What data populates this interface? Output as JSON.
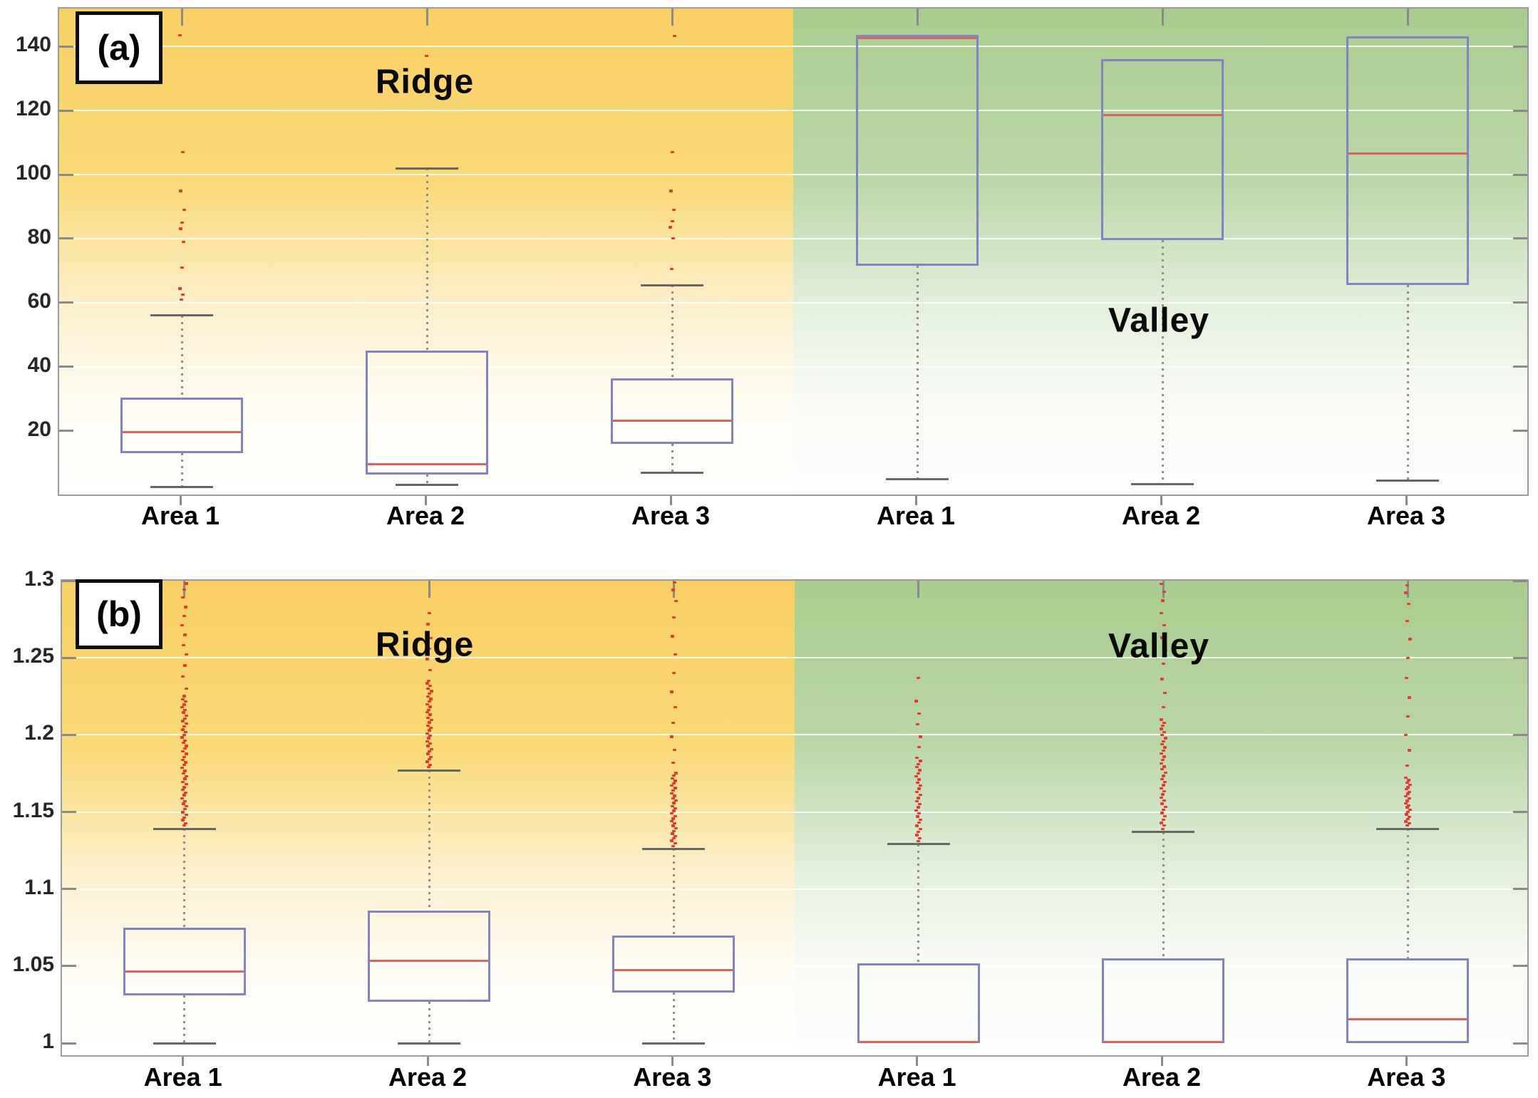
{
  "figure": {
    "description": "Two stacked box-plot panels comparing Ridge and Valley zones across three areas",
    "background": "#ffffff"
  },
  "colors": {
    "box_edge": "#8183c6",
    "median": "#df635a",
    "outlier": "#ee352c",
    "whisker_dot": "#8e8e86",
    "cap": "#666666",
    "frame": "#9b9b9b",
    "gridline": "#ffffff",
    "tick": "#8a8a8a",
    "tick_label": "#262626",
    "area_label": "#000000",
    "region_label": "#0a0a0a",
    "ridge_gradient": [
      "#f8cf63",
      "#fad977",
      "#fcf0cd",
      "#fefcf4",
      "#fffffe"
    ],
    "valley_gradient": [
      "#a9cd8e",
      "#bad7a6",
      "#e5f0de",
      "#f8fbf6",
      "#fdfefc"
    ]
  },
  "chart_data": [
    {
      "type": "boxplot",
      "panel": "a",
      "badge": "(a)",
      "regions": [
        {
          "label": "Ridge",
          "side": "left"
        },
        {
          "label": "Valley",
          "side": "right"
        }
      ],
      "categories": [
        "Area 1",
        "Area 2",
        "Area 3",
        "Area 1",
        "Area 2",
        "Area 3"
      ],
      "ylim": [
        -0.7,
        151.8
      ],
      "yticks": [
        20,
        40,
        60,
        80,
        100,
        120,
        140
      ],
      "ytick_labels": [
        "20",
        "40",
        "60",
        "80",
        "100",
        "120",
        "140"
      ],
      "grid": true,
      "legend": "none",
      "boxes": [
        {
          "category": "Area 1",
          "region": "Ridge",
          "whisker_low": 2.5,
          "q1": 13,
          "median": 20,
          "q3": 30.5,
          "whisker_high": 56,
          "outliers": [
            61,
            62.5,
            64.5,
            71,
            79,
            83,
            85,
            89,
            95,
            107,
            143.5
          ]
        },
        {
          "category": "Area 2",
          "region": "Ridge",
          "whisker_low": 3.3,
          "q1": 6.5,
          "median": 10,
          "q3": 45,
          "whisker_high": 102,
          "outliers": [
            137
          ]
        },
        {
          "category": "Area 3",
          "region": "Ridge",
          "whisker_low": 7,
          "q1": 16,
          "median": 23.5,
          "q3": 36.5,
          "whisker_high": 65.5,
          "outliers": [
            70.5,
            80,
            83.5,
            85.5,
            89,
            95,
            107,
            143.3
          ]
        },
        {
          "category": "Area 1",
          "region": "Valley",
          "whisker_low": 5,
          "q1": 71.5,
          "median": 143,
          "q3": 143.5,
          "whisker_high": null,
          "outliers": []
        },
        {
          "category": "Area 2",
          "region": "Valley",
          "whisker_low": 3.5,
          "q1": 79.5,
          "median": 119,
          "q3": 136,
          "whisker_high": null,
          "outliers": []
        },
        {
          "category": "Area 3",
          "region": "Valley",
          "whisker_low": 4.5,
          "q1": 65.5,
          "median": 107,
          "q3": 143.2,
          "whisker_high": null,
          "outliers": []
        }
      ]
    },
    {
      "type": "boxplot",
      "panel": "b",
      "badge": "(b)",
      "regions": [
        {
          "label": "Ridge",
          "side": "left"
        },
        {
          "label": "Valley",
          "side": "right"
        }
      ],
      "categories": [
        "Area 1",
        "Area 2",
        "Area 3",
        "Area 1",
        "Area 2",
        "Area 3"
      ],
      "ylim": [
        0.9903,
        1.3
      ],
      "yticks": [
        1,
        1.05,
        1.1,
        1.15,
        1.2,
        1.25,
        1.3
      ],
      "ytick_labels": [
        "1",
        "1.05",
        "1.1",
        "1.15",
        "1.2",
        "1.25",
        "1.3"
      ],
      "grid": true,
      "legend": "none",
      "boxes": [
        {
          "category": "Area 1",
          "region": "Ridge",
          "whisker_low": 1.0,
          "q1": 1.031,
          "median": 1.047,
          "q3": 1.075,
          "whisker_high": 1.139,
          "outliers_dense": {
            "from": 1.141,
            "to": 1.225,
            "count": 48
          },
          "outliers": [
            1.23,
            1.238,
            1.245,
            1.252,
            1.258,
            1.265,
            1.271,
            1.277,
            1.283,
            1.289,
            1.294,
            1.298
          ]
        },
        {
          "category": "Area 2",
          "region": "Ridge",
          "whisker_low": 1.0,
          "q1": 1.027,
          "median": 1.054,
          "q3": 1.086,
          "whisker_high": 1.177,
          "outliers_dense": {
            "from": 1.179,
            "to": 1.235,
            "count": 34
          },
          "outliers": [
            1.242,
            1.249,
            1.256,
            1.263,
            1.272,
            1.279
          ]
        },
        {
          "category": "Area 3",
          "region": "Ridge",
          "whisker_low": 1.0,
          "q1": 1.033,
          "median": 1.048,
          "q3": 1.07,
          "whisker_high": 1.126,
          "outliers_dense": {
            "from": 1.128,
            "to": 1.175,
            "count": 30
          },
          "outliers": [
            1.182,
            1.19,
            1.199,
            1.208,
            1.218,
            1.228,
            1.24,
            1.252,
            1.264,
            1.276,
            1.287,
            1.294,
            1.299
          ]
        },
        {
          "category": "Area 1",
          "region": "Valley",
          "whisker_low": null,
          "q1": 1.0,
          "median": 1.0,
          "q3": 1.052,
          "whisker_high": 1.129,
          "outliers_dense": {
            "from": 1.131,
            "to": 1.185,
            "count": 28
          },
          "outliers": [
            1.192,
            1.199,
            1.207,
            1.214,
            1.222,
            1.237
          ]
        },
        {
          "category": "Area 2",
          "region": "Valley",
          "whisker_low": null,
          "q1": 1.0,
          "median": 1.0,
          "q3": 1.055,
          "whisker_high": 1.137,
          "outliers_dense": {
            "from": 1.139,
            "to": 1.21,
            "count": 36
          },
          "outliers": [
            1.218,
            1.227,
            1.236,
            1.246,
            1.255,
            1.263,
            1.271,
            1.279,
            1.287,
            1.293,
            1.298
          ]
        },
        {
          "category": "Area 3",
          "region": "Valley",
          "whisker_low": null,
          "q1": 1.0,
          "median": 1.016,
          "q3": 1.055,
          "whisker_high": 1.139,
          "outliers_dense": {
            "from": 1.141,
            "to": 1.172,
            "count": 22
          },
          "outliers": [
            1.18,
            1.19,
            1.2,
            1.212,
            1.224,
            1.237,
            1.25,
            1.262,
            1.274,
            1.285,
            1.292,
            1.297
          ]
        }
      ]
    }
  ]
}
